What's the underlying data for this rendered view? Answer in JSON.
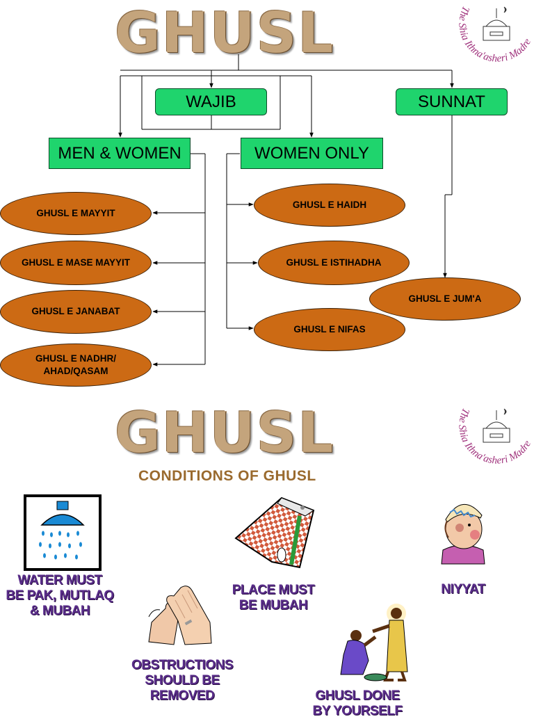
{
  "slide1": {
    "title": "GHUSL",
    "logo_text": "The Shia Ithna'asheri Madressa",
    "wajib": "WAJIB",
    "sunnat": "SUNNAT",
    "men_women": "MEN & WOMEN",
    "women_only": "WOMEN ONLY",
    "men_women_items": [
      "GHUSL E MAYYIT",
      "GHUSL E MASE MAYYIT",
      "GHUSL E JANABAT",
      "GHUSL E NADHR/\nAHAD/QASAM"
    ],
    "women_only_items": [
      "GHUSL E HAIDH",
      "GHUSL E ISTIHADHA",
      "GHUSL E NIFAS"
    ],
    "sunnat_items": [
      "GHUSL E JUM'A"
    ]
  },
  "slide2": {
    "title": "GHUSL",
    "logo_text": "The Shia Ithna'asheri Madressa",
    "subtitle": "CONDITIONS OF GHUSL",
    "conditions": [
      {
        "label": "WATER MUST\nBE PAK, MUTLAQ\n& MUBAH",
        "icon": "shower-icon"
      },
      {
        "label": "PLACE MUST\nBE MUBAH",
        "icon": "bathroom-icon"
      },
      {
        "label": "NIYYAT",
        "icon": "boy-icon"
      },
      {
        "label": "OBSTRUCTIONS\nSHOULD BE\nREMOVED",
        "icon": "hands-icon"
      },
      {
        "label": "GHUSL DONE\nBY YOURSELF",
        "icon": "people-icon"
      }
    ]
  },
  "colors": {
    "green_box": "#1fd46d",
    "ellipse": "#cc6a14",
    "condition_text": "#5a2d8a",
    "subtitle": "#9a6a2e",
    "logo": "#a0337d"
  }
}
